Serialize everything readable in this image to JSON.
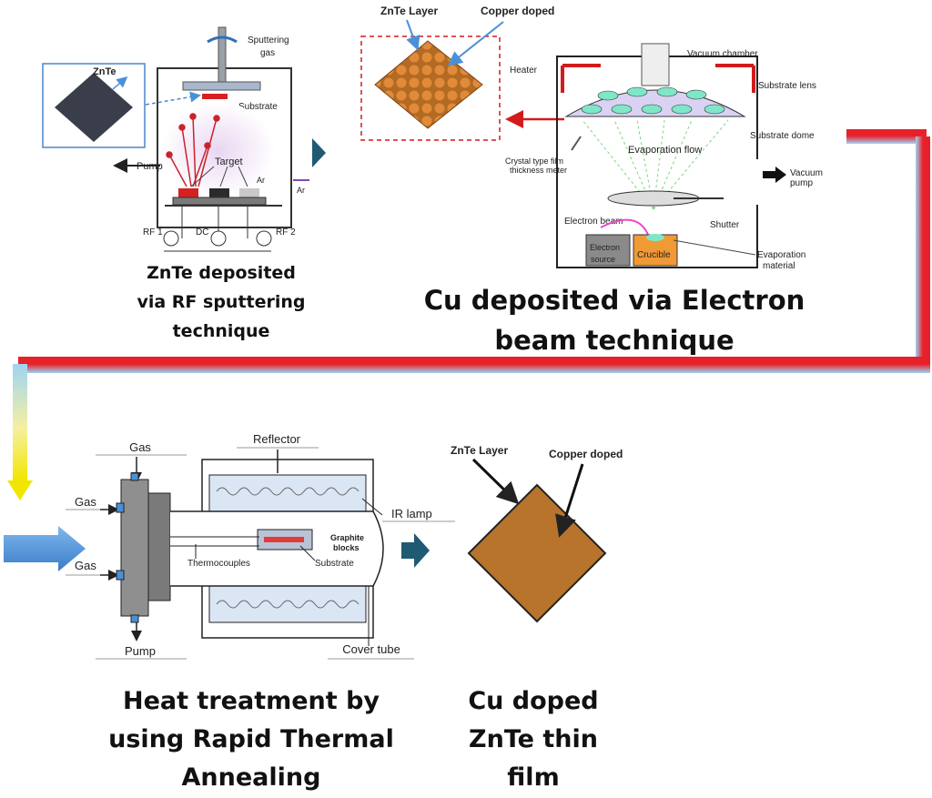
{
  "colors": {
    "znte_dark": "#3a3e4a",
    "copper": "#b8742c",
    "copper_dot": "#c97a30",
    "arrow_teal": "#1f5a73",
    "arrow_blue": "#4a90d9",
    "red_line": "#e8202a",
    "blue_line": "#8ec9ee",
    "dashed_red": "#d21c1c",
    "lens_green": "#7fe6c8"
  },
  "sputtering": {
    "znte_label": "ZnTe",
    "sputtering_gas": [
      "Sputtering",
      "gas"
    ],
    "substrate": "Substrate",
    "target": "Target",
    "pump": "Pump",
    "ar_left": "Ar",
    "ar_right": "Ar",
    "rf1": "RF 1",
    "dc": "DC",
    "rf2": "RF 2",
    "caption": [
      "ZnTe deposited",
      "via RF sputtering",
      "technique"
    ]
  },
  "ebeam": {
    "znte_layer": "ZnTe Layer",
    "copper_doped": "Copper doped",
    "vacuum_chamber": "Vacuum chamber",
    "heater": "Heater",
    "substrate_lens": "Substrate lens",
    "substrate_dome": "Substrate dome",
    "crystal_meter": [
      "Crystal type film",
      "thickness meter"
    ],
    "evaporation_flow": "Evaporation flow",
    "vacuum_pump": [
      "Vacuum",
      "pump"
    ],
    "electron_beam": "Electron beam",
    "shutter": "Shutter",
    "electron_source": [
      "Electron",
      "source"
    ],
    "crucible": "Crucible",
    "evaporation_material": [
      "Evaporation",
      "material"
    ],
    "caption": [
      "Cu deposited via Electron",
      "beam technique"
    ]
  },
  "rta": {
    "gas_top": "Gas",
    "gas_mid": "Gas",
    "gas_low": "Gas",
    "pump": "Pump",
    "reflector": "Reflector",
    "ir_lamp": "IR lamp",
    "graphite_blocks": [
      "Graphite",
      "blocks"
    ],
    "thermocouples": "Thermocouples",
    "substrate": "Substrate",
    "cover_tube": "Cover tube",
    "caption": [
      "Heat treatment by",
      "using Rapid Thermal",
      "Annealing"
    ]
  },
  "final": {
    "znte_layer": "ZnTe Layer",
    "copper_doped": "Copper doped",
    "caption": [
      "Cu doped",
      "ZnTe thin",
      "film"
    ]
  }
}
